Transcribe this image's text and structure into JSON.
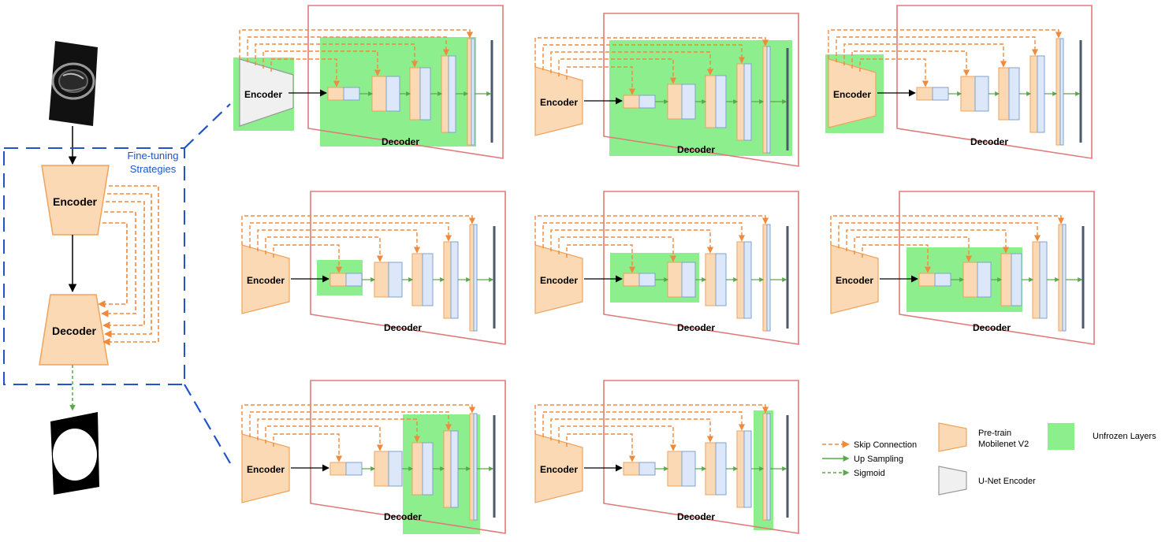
{
  "left_pipeline": {
    "encoder_label": "Encoder",
    "decoder_label": "Decoder",
    "strategies_label_line1": "Fine-tuning",
    "strategies_label_line2": "Strategies"
  },
  "panels": [
    {
      "id": "p1",
      "encoder_label": "Encoder",
      "decoder_label": "Decoder",
      "encoder_style": "unet",
      "unfrozen": "encoder+decoder"
    },
    {
      "id": "p2",
      "encoder_label": "Encoder",
      "decoder_label": "Decoder",
      "encoder_style": "mobilenet",
      "unfrozen": "decoder"
    },
    {
      "id": "p3",
      "encoder_label": "Encoder",
      "decoder_label": "Decoder",
      "encoder_style": "mobilenet",
      "unfrozen": "encoder"
    },
    {
      "id": "p4",
      "encoder_label": "Encoder",
      "decoder_label": "Decoder",
      "encoder_style": "mobilenet",
      "unfrozen": "first-block"
    },
    {
      "id": "p5",
      "encoder_label": "Encoder",
      "decoder_label": "Decoder",
      "encoder_style": "mobilenet",
      "unfrozen": "first-two-blocks"
    },
    {
      "id": "p6",
      "encoder_label": "Encoder",
      "decoder_label": "Decoder",
      "encoder_style": "mobilenet",
      "unfrozen": "first-three-blocks"
    },
    {
      "id": "p7",
      "encoder_label": "Encoder",
      "decoder_label": "Decoder",
      "encoder_style": "mobilenet",
      "unfrozen": "last-three-blocks"
    },
    {
      "id": "p8",
      "encoder_label": "Encoder",
      "decoder_label": "Decoder",
      "encoder_style": "mobilenet",
      "unfrozen": "last-block"
    }
  ],
  "legend": {
    "skip_connection": "Skip Connection",
    "up_sampling": "Up Sampling",
    "sigmoid": "Sigmoid",
    "pretrain_line1": "Pre-train",
    "pretrain_line2": "Mobilenet V2",
    "unet_encoder": "U-Net Encoder",
    "unfrozen_layers": "Unfrozen Layers"
  },
  "colors": {
    "orange_fill": "#fcd9b5",
    "orange_stroke": "#f0a35a",
    "skip_arrow": "#f08a3c",
    "blue_fill": "#dce8fa",
    "blue_stroke": "#7fa2cc",
    "green_highlight": "#8cee8c",
    "green_arrow": "#5aa84a",
    "red_frame": "#e07b7b",
    "dashed_blue": "#1f55c8",
    "dark_bar": "#4b5a6b",
    "gray_fill": "#f0f0f0",
    "gray_stroke": "#9a9a9a"
  }
}
